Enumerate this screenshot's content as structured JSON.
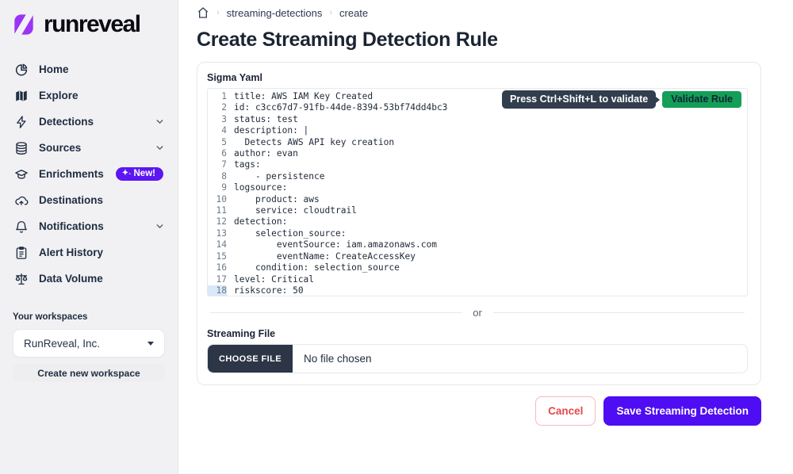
{
  "brand": {
    "name": "runreveal"
  },
  "sidebar": {
    "items": [
      {
        "label": "Home",
        "icon": "pie-chart-icon",
        "chevron": false
      },
      {
        "label": "Explore",
        "icon": "map-icon",
        "chevron": false
      },
      {
        "label": "Detections",
        "icon": "lightning-icon",
        "chevron": true
      },
      {
        "label": "Sources",
        "icon": "database-icon",
        "chevron": true
      },
      {
        "label": "Enrichments",
        "icon": "enrichment-icon",
        "chevron": false,
        "badge": "New!"
      },
      {
        "label": "Destinations",
        "icon": "cloud-upload-icon",
        "chevron": false
      },
      {
        "label": "Notifications",
        "icon": "bell-icon",
        "chevron": true
      },
      {
        "label": "Alert History",
        "icon": "clipboard-icon",
        "chevron": false
      },
      {
        "label": "Data Volume",
        "icon": "scale-icon",
        "chevron": false
      }
    ],
    "workspaces": {
      "label": "Your workspaces",
      "selected": "RunReveal, Inc.",
      "create_label": "Create new workspace"
    }
  },
  "breadcrumb": {
    "crumb1": "streaming-detections",
    "crumb2": "create"
  },
  "page": {
    "title": "Create Streaming Detection Rule"
  },
  "editor": {
    "label": "Sigma Yaml",
    "tooltip": "Press Ctrl+Shift+L to validate",
    "validate_button": "Validate Rule",
    "active_line": 18,
    "lines": [
      "title: AWS IAM Key Created",
      "id: c3cc67d7-91fb-44de-8394-53bf74dd4bc3",
      "status: test",
      "description: |",
      "  Detects AWS API key creation",
      "author: evan",
      "tags:",
      "    - persistence",
      "logsource:",
      "    product: aws",
      "    service: cloudtrail",
      "detection:",
      "    selection_source:",
      "        eventSource: iam.amazonaws.com",
      "        eventName: CreateAccessKey",
      "    condition: selection_source",
      "level: Critical",
      "riskscore: 50"
    ]
  },
  "divider": {
    "label": "or"
  },
  "file_upload": {
    "label": "Streaming File",
    "button": "CHOOSE FILE",
    "status": "No file chosen"
  },
  "actions": {
    "cancel": "Cancel",
    "save": "Save Streaming Detection"
  },
  "colors": {
    "logo_purple": "#9c33f5",
    "badge_purple": "#5b16f2",
    "save_purple": "#4e0df2",
    "validate_green": "#149e57",
    "cancel_red": "#e5484d",
    "tooltip_bg": "#323d4d",
    "active_line_highlight": "#d9e8f8",
    "sidebar_bg": "#f1f1f4"
  }
}
